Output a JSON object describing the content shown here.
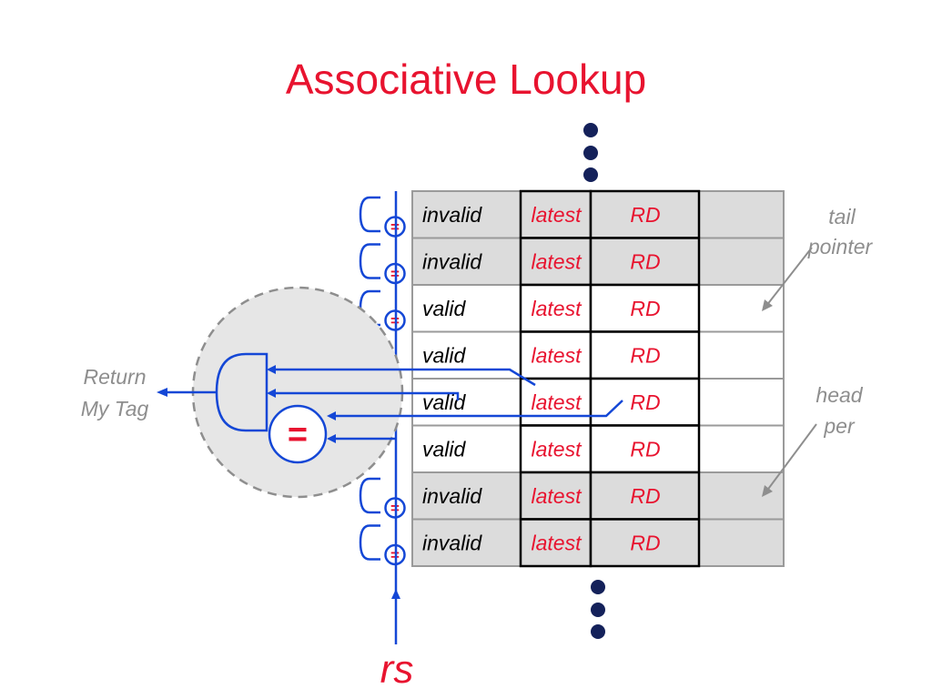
{
  "title": "Associative Lookup",
  "colors": {
    "title": "#e8132f",
    "accent_red": "#e8132f",
    "wire_blue": "#1447d6",
    "dot_navy": "#14215a",
    "cell_gray": "#dcdcdc",
    "border_gray": "#9a9a9a",
    "annotation_gray": "#8e8e8e",
    "circle_fill": "#e6e6e6"
  },
  "table": {
    "rows": [
      {
        "status": "invalid",
        "latest": "latest",
        "rd": "RD",
        "shaded": true
      },
      {
        "status": "invalid",
        "latest": "latest",
        "rd": "RD",
        "shaded": true
      },
      {
        "status": "valid",
        "latest": "latest",
        "rd": "RD",
        "shaded": false
      },
      {
        "status": "valid",
        "latest": "latest",
        "rd": "RD",
        "shaded": false
      },
      {
        "status": "valid",
        "latest": "latest",
        "rd": "RD",
        "shaded": false
      },
      {
        "status": "valid",
        "latest": "latest",
        "rd": "RD",
        "shaded": false
      },
      {
        "status": "invalid",
        "latest": "latest",
        "rd": "RD",
        "shaded": true
      },
      {
        "status": "invalid",
        "latest": "latest",
        "rd": "RD",
        "shaded": true
      }
    ]
  },
  "comparators": {
    "rows_with_comparator": [
      0,
      1,
      2,
      6,
      7
    ],
    "symbol": "="
  },
  "zoom": {
    "equals_symbol": "=",
    "output_line1": "Return",
    "output_line2": "My Tag"
  },
  "annotations": {
    "tail_line1": "tail",
    "tail_line2": "pointer",
    "head_line1": "head",
    "head_line2": "per"
  },
  "input_label": "rs"
}
